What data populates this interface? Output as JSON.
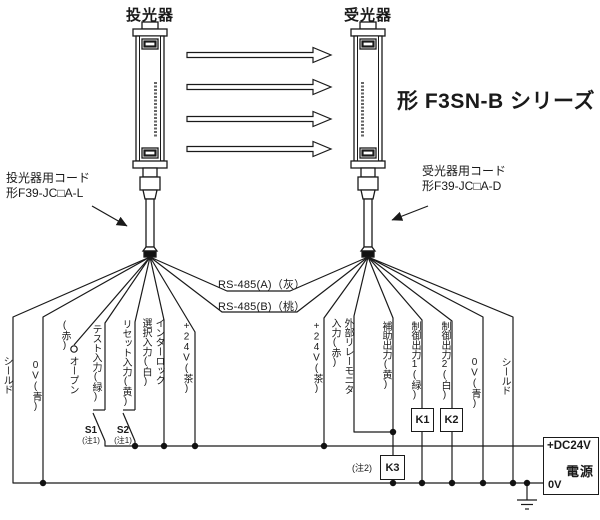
{
  "page": {
    "background": "#ffffff",
    "line_color": "#1a1a1a"
  },
  "header": {
    "emitter_title": "投光器",
    "receiver_title": "受光器",
    "series_title": "形 F3SN-B シリーズ"
  },
  "cords": {
    "emitter_line1": "投光器用コード",
    "emitter_line2": "形F39-JC□A-L",
    "receiver_line1": "受光器用コード",
    "receiver_line2": "形F39-JC□A-D"
  },
  "bus_labels": {
    "rs485_a": "RS-485(A)（灰）",
    "rs485_b": "RS-485(B)（桃）"
  },
  "wire_labels": {
    "shield_left": "シールド",
    "zero_v_left": "0V(青)",
    "red": "(赤)",
    "open": "オープン",
    "test_input": "テスト入力(緑)",
    "reset_input": "リセット入力(黄)",
    "interlock_col1": "インターロック",
    "interlock_col2": "選択入力(白)",
    "plus24_left": "+24V(茶)",
    "plus24_right": "+24V(茶)",
    "relay_monitor_col1": "外部リレーモニタ",
    "relay_monitor_col2": "入力(赤)",
    "aux_output": "補助出力(黄)",
    "control_output1": "制御出力1(緑)",
    "control_output2": "制御出力2(白)",
    "zero_v_right": "0V(青)",
    "shield_right": "シールド"
  },
  "switches": {
    "s1": "S1",
    "s1_note": "(注1)",
    "s2": "S2",
    "s2_note": "(注1)"
  },
  "relays": {
    "k1": "K1",
    "k2": "K2",
    "k3": "K3",
    "k3_note": "(注2)"
  },
  "power_supply": {
    "positive": "+DC24V",
    "label": "電源",
    "negative": "0V"
  }
}
